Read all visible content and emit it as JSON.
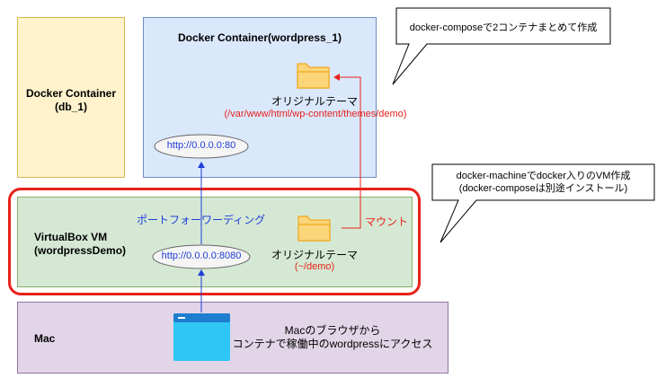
{
  "db_container": {
    "title_line1": "Docker Container",
    "title_line2": "(db_1)"
  },
  "wp_container": {
    "title": "Docker Container(wordpress_1)",
    "port_label": "http://0.0.0.0:80",
    "folder_label": "オリジナルテーマ",
    "folder_path": "(/var/www/html/wp-content/themes/demo)"
  },
  "vm": {
    "title_line1": "VirtualBox VM",
    "title_line2": "(wordpressDemo)",
    "port_label": "http://0.0.0.0:8080",
    "port_forward_label": "ポートフォーワーディング",
    "folder_label": "オリジナルテーマ",
    "folder_path": "(~/demo)",
    "mount_label": "マウント"
  },
  "mac": {
    "title": "Mac",
    "description_line1": "Macのブラウザから",
    "description_line2": "コンテナで稼働中のwordpressにアクセス"
  },
  "callouts": {
    "compose": "docker-composeで2コンテナまとめて作成",
    "machine_line1": "docker-machineでdocker入りのVM作成",
    "machine_line2": "(docker-composeは別途インストール)"
  },
  "colors": {
    "db_fill": "#fff2cc",
    "db_stroke": "#d6b656",
    "wp_fill": "#dae8fc",
    "wp_stroke": "#6c8ebf",
    "vm_fill": "#d5e8d4",
    "vm_stroke": "#82b366",
    "mac_fill": "#e1d5e7",
    "mac_stroke": "#9673a6",
    "highlight": "#e8221b",
    "arrow_blue": "#1f3dd8",
    "mount_red": "#e8221b",
    "folder": "#f5b73b",
    "browser": "#2fc6f5",
    "browser_dark": "#1e7ed0"
  }
}
